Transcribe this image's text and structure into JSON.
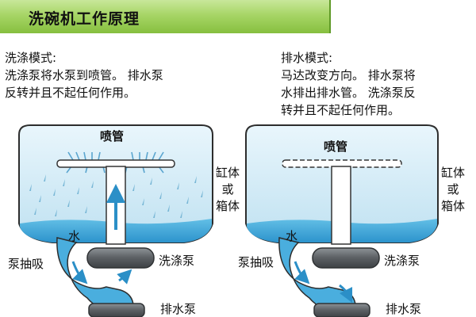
{
  "header": {
    "title": "洗碗机工作原理"
  },
  "wash_mode": {
    "title": "洗涤模式:",
    "line1": "洗涤泵将水泵到喷管。 排水泵",
    "line2": "反转并且不起任何作用。"
  },
  "drain_mode": {
    "title": "排水模式:",
    "line1": "马达改变方向。 排水泵将",
    "line2": "水排出排水管。 洗涤泵反",
    "line3": "转并且不起任何作用。"
  },
  "labels": {
    "spray_pipe": "喷管",
    "tub_line1": "缸体",
    "tub_line2": "或",
    "tub_line3": "箱体",
    "water": "水",
    "pump_suction": "泵抽吸",
    "wash_pump": "洗涤泵",
    "drain_pump": "排水泵"
  },
  "colors": {
    "banner_green": "#9fcf5c",
    "water_blue": "#3aa6d8",
    "tub_fill": "#d9eef8",
    "arrow_blue": "#2b8fc7",
    "pump_gray": "#5b5f63"
  }
}
